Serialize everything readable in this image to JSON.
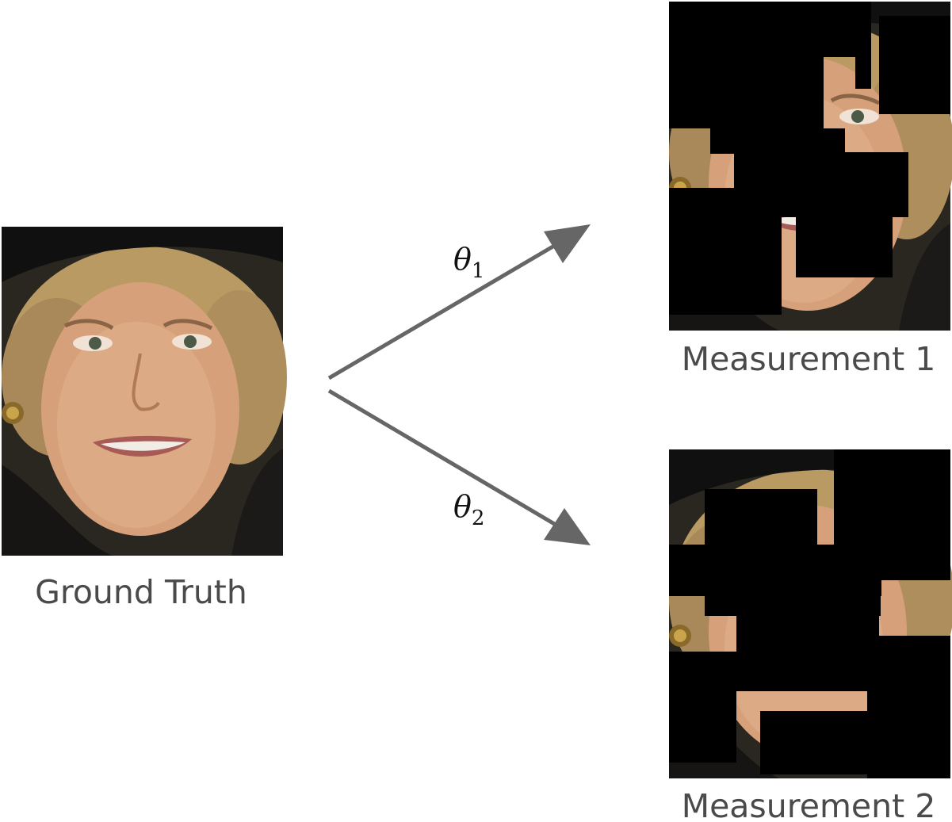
{
  "captions": {
    "ground_truth": "Ground Truth",
    "measurement_1": "Measurement 1",
    "measurement_2": "Measurement 2"
  },
  "arrows": {
    "upper": {
      "symbol": "θ",
      "subscript": "1"
    },
    "lower": {
      "symbol": "θ",
      "subscript": "2"
    }
  },
  "colors": {
    "arrow": "#666666",
    "caption_text": "#4a4a4a",
    "mask": "#000000"
  }
}
